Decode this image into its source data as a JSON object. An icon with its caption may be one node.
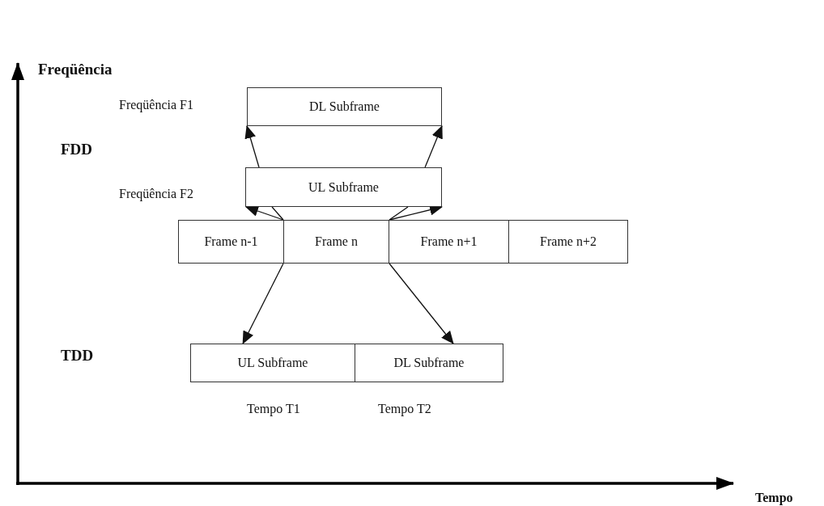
{
  "diagram": {
    "nodes": [
      {
        "text": [
          "DL Subframe"
        ]
      },
      {
        "text": [
          "UL Subframe"
        ]
      },
      {
        "text": [
          "Frame n-1"
        ]
      },
      {
        "text": [
          "Frame n"
        ]
      },
      {
        "text": [
          "Frame n+1"
        ]
      },
      {
        "text": [
          "Frame n+2"
        ]
      },
      {
        "text": [
          "UL Subframe"
        ],
        "beside": [
          "Tempo T1"
        ]
      },
      {
        "text": [
          "DL Subframe"
        ],
        "beside": [
          "Tempo T2"
        ]
      }
    ],
    "edges": [
      {
        "from": 3,
        "to": 1,
        "arrow": "to"
      },
      {
        "from": 3,
        "to": 1,
        "arrow": "none"
      },
      {
        "from": 1,
        "to": 0,
        "arrow": "to"
      },
      {
        "from": 3,
        "to": 1,
        "arrow": "to"
      },
      {
        "from": 3,
        "to": 1,
        "arrow": "none"
      },
      {
        "from": 1,
        "to": 0,
        "arrow": "to"
      },
      {
        "from": 3,
        "to": 6,
        "arrow": "to"
      },
      {
        "from": 3,
        "to": 7,
        "arrow": "to"
      }
    ],
    "labels": [
      "Freqüência",
      "Freqüência F1",
      "FDD",
      "Freqüência F2",
      "TDD",
      "Tempo"
    ]
  }
}
